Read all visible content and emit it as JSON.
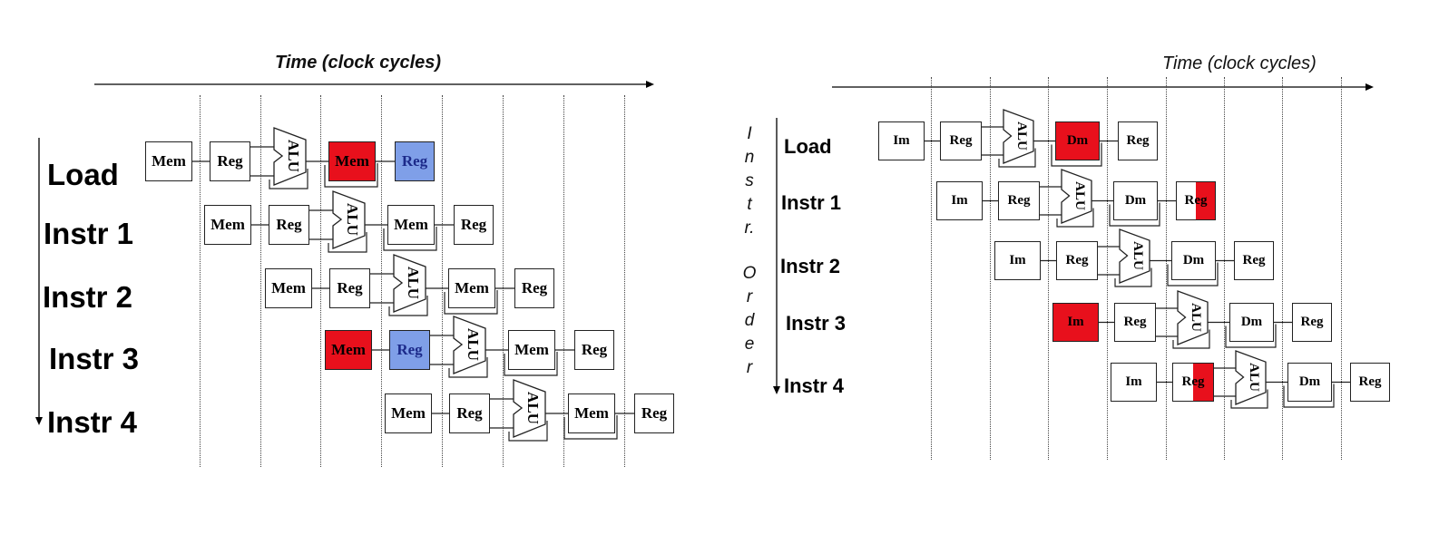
{
  "left": {
    "time_label": "Time (clock cycles)",
    "rows": [
      "Load",
      "Instr 1",
      "Instr 2",
      "Instr 3",
      "Instr 4"
    ],
    "stage_labels": {
      "imem": "Mem",
      "reg": "Reg",
      "alu": "ALU",
      "dmem": "Mem",
      "wb": "Reg"
    }
  },
  "right": {
    "time_label": "Time (clock cycles)",
    "order_letters": [
      "I",
      "n",
      "s",
      "t",
      "r.",
      "O",
      "r",
      "d",
      "e",
      "r"
    ],
    "rows": [
      "Load",
      "Instr 1",
      "Instr 2",
      "Instr 3",
      "Instr 4"
    ],
    "stage_labels": {
      "imem": "Im",
      "reg": "Reg",
      "alu": "ALU",
      "dmem": "Dm",
      "wb": "Reg"
    }
  },
  "colors": {
    "hazard_red": "#e8101c",
    "forward_blue": "#7f9fe8"
  }
}
